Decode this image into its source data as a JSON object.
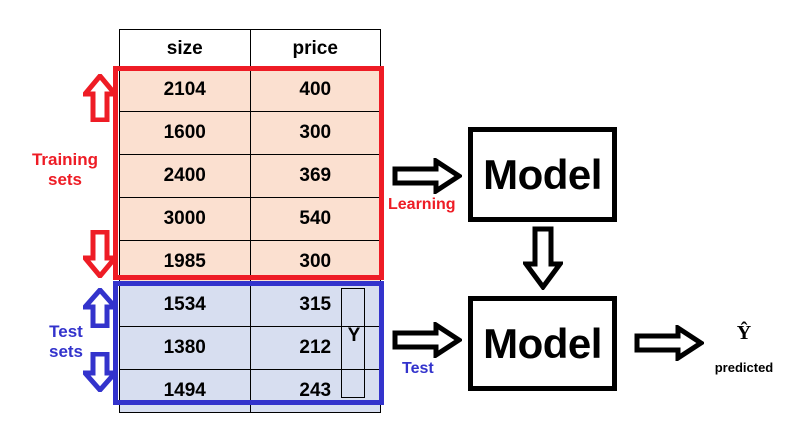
{
  "table": {
    "headers": [
      "size",
      "price"
    ],
    "training_rows": [
      [
        "2104",
        "400"
      ],
      [
        "1600",
        "300"
      ],
      [
        "2400",
        "369"
      ],
      [
        "3000",
        "540"
      ],
      [
        "1985",
        "300"
      ]
    ],
    "test_rows": [
      [
        "1534",
        "315"
      ],
      [
        "1380",
        "212"
      ],
      [
        "1494",
        "243"
      ]
    ],
    "y_column_label": "Y"
  },
  "labels": {
    "training_sets": "Training\nsets",
    "training_sets_line1": "Training",
    "training_sets_line2": "sets",
    "test_sets_line1": "Test",
    "test_sets_line2": "sets",
    "learning": "Learning",
    "test_flow": "Test",
    "model_top": "Model",
    "model_bottom": "Model",
    "predicted_symbol": "Ŷ",
    "predicted": "predicted"
  },
  "colors": {
    "training_accent": "#ee1c25",
    "test_accent": "#3333cc",
    "training_fill": "#fbe0d0",
    "test_fill": "#d7def0",
    "outline": "#000000",
    "background": "#ffffff"
  },
  "icons": {
    "arrow_up": "arrow-up-icon",
    "arrow_down": "arrow-down-icon",
    "arrow_right": "arrow-right-icon"
  }
}
